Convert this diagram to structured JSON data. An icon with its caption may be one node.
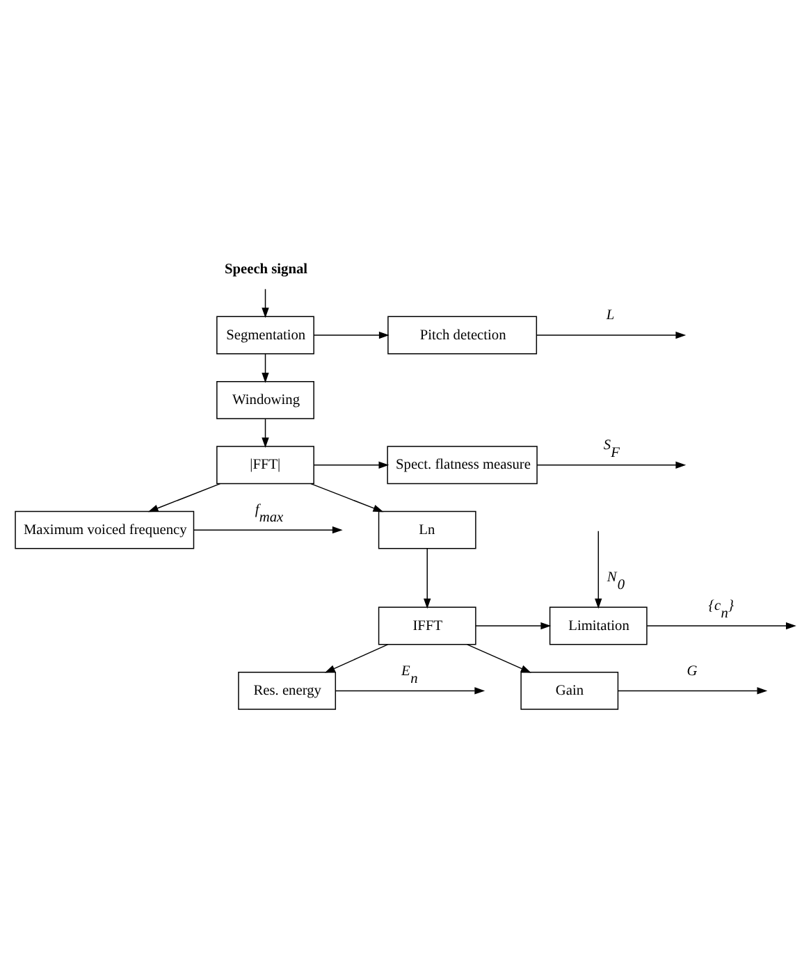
{
  "diagram": {
    "nodes": [
      {
        "text": [
          "Speech signal"
        ]
      },
      {
        "text": [
          "Segmentation"
        ]
      },
      {
        "text": [
          "Pitch detection"
        ]
      },
      {
        "text": [
          "Windowing"
        ]
      },
      {
        "text": [
          "|FFT|"
        ]
      },
      {
        "text": [
          "Spect. flatness measure"
        ]
      },
      {
        "text": [
          "Maximum voiced frequency"
        ]
      },
      {
        "text": [
          "Ln"
        ]
      },
      {
        "text": [
          "IFFT"
        ]
      },
      {
        "text": [
          "Limitation"
        ]
      },
      {
        "text": [
          "Res. energy"
        ]
      },
      {
        "text": [
          "Gain"
        ]
      }
    ],
    "edges": [
      {
        "from": 0,
        "to": 1,
        "arrow": "to"
      },
      {
        "from": 1,
        "to": 2,
        "arrow": "to"
      },
      {
        "from": 1,
        "to": 3,
        "arrow": "to"
      },
      {
        "from": 2,
        "to": null,
        "arrow": "to",
        "label": "L"
      },
      {
        "from": 3,
        "to": 4,
        "arrow": "to"
      },
      {
        "from": 4,
        "to": 5,
        "arrow": "to"
      },
      {
        "from": 4,
        "to": 6,
        "arrow": "to"
      },
      {
        "from": 4,
        "to": 7,
        "arrow": "to"
      },
      {
        "from": 5,
        "to": null,
        "arrow": "to",
        "label": "S$_{F}$"
      },
      {
        "from": 6,
        "to": null,
        "arrow": "to",
        "label": "f$_{max}$"
      },
      {
        "from": 7,
        "to": 8,
        "arrow": "to"
      },
      {
        "from": 8,
        "to": 9,
        "arrow": "to"
      },
      {
        "from": 8,
        "to": 10,
        "arrow": "to"
      },
      {
        "from": 8,
        "to": 11,
        "arrow": "to"
      },
      {
        "from": 9,
        "to": null,
        "arrow": "to",
        "label": "{c$_{n}$}"
      },
      {
        "from": null,
        "to": 9,
        "arrow": "to",
        "label": "N$_{0}$"
      },
      {
        "from": 10,
        "to": null,
        "arrow": "to",
        "label": "E$_{n}$"
      },
      {
        "from": 11,
        "to": null,
        "arrow": "to",
        "label": "G"
      }
    ]
  }
}
